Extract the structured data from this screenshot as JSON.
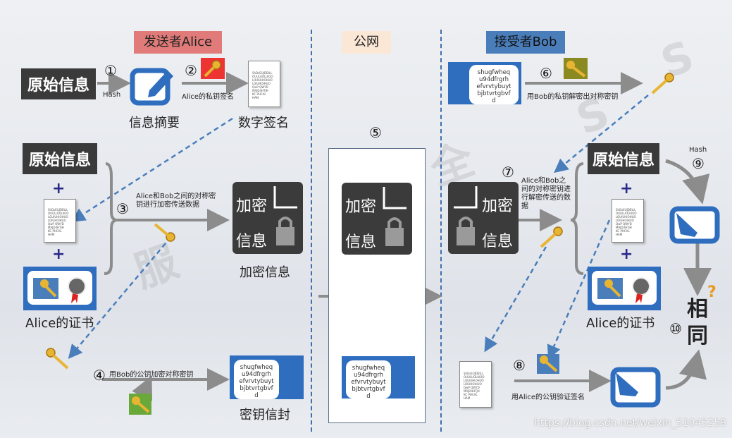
{
  "headers": {
    "sender": "发送者Alice",
    "network": "公网",
    "receiver": "接受者Bob",
    "sender_bg": "#e07b79",
    "network_bg": "#fbe7d6",
    "receiver_bg": "#4a7ebb"
  },
  "steps": [
    "①",
    "②",
    "③",
    "④",
    "⑤",
    "⑥",
    "⑦",
    "⑧",
    "⑨",
    "⑩"
  ],
  "sender": {
    "original_1": "原始信息",
    "hash": "Hash",
    "digest": "信息摘要",
    "sign_label": "Alice的私钥签名",
    "signature": "数字签名",
    "original_2": "原始信息",
    "cert": "Alice的证书",
    "encrypt_note": "Alice和Bob之间的对称密钥进行加密传送数据",
    "encrypt_text": [
      "加密",
      "信息"
    ],
    "encrypted_info": "加密信息",
    "bob_pub_encrypt": "用Bob的公钥加密对称密钥",
    "envelope": "密钥信封"
  },
  "network": {
    "encrypt_text": [
      "加密",
      "信息"
    ]
  },
  "receiver": {
    "bob_priv_decrypt": "用Bob的私钥解密出对称密钥",
    "decrypt_note": "Alice和Bob之间的对称密钥进行解密传送的数据",
    "encrypt_text": [
      "加密",
      "信息"
    ],
    "original": "原始信息",
    "cert": "Alice的证书",
    "hash": "Hash",
    "same": "相同",
    "alice_pub_verify": "用Alice的公钥验证签名"
  },
  "scroll_text": [
    "ShDsEUJDEtLL",
    "OUULUOLUIOO",
    "LOUIUHIOHUO",
    "LOIUHOIHUO",
    "QwP QWYD",
    "MAJD4HTJH",
    "KC PHCAL",
    "HAM"
  ],
  "envelope_text": [
    "shugfwheq",
    "u94dfrgrh",
    "efvrvtybuyt",
    "bjbtvrtgbvf",
    "d"
  ],
  "watermark": "https://blog.csdn.net/weixin_51045259"
}
